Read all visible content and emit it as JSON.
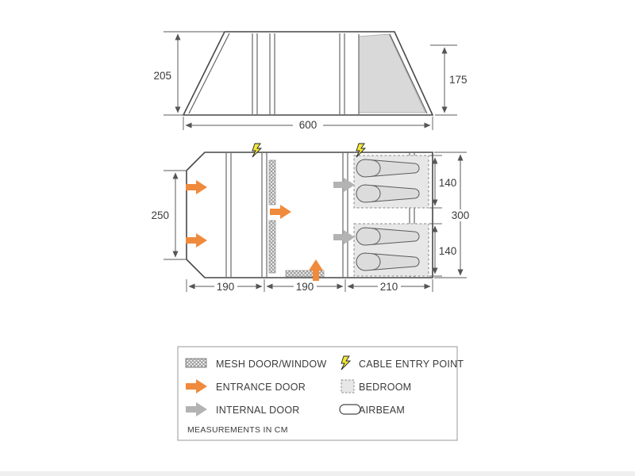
{
  "side_view": {
    "height_left": "205",
    "height_right": "175",
    "length": "600"
  },
  "floor_plan": {
    "depth_left": "250",
    "depth_right": "300",
    "bedroom_upper_width": "140",
    "bedroom_lower_width": "140",
    "section_front": "190",
    "section_middle": "190",
    "section_bedroom": "210"
  },
  "legend": {
    "items": [
      {
        "icon": "mesh-icon",
        "label": "MESH DOOR/WINDOW"
      },
      {
        "icon": "cable-entry-icon",
        "label": "CABLE ENTRY POINT"
      },
      {
        "icon": "entrance-arrow-icon",
        "label": "ENTRANCE DOOR"
      },
      {
        "icon": "bedroom-icon",
        "label": "BEDROOM"
      },
      {
        "icon": "internal-arrow-icon",
        "label": "INTERNAL DOOR"
      },
      {
        "icon": "airbeam-icon",
        "label": "AIRBEAM"
      }
    ],
    "note": "MEASUREMENTS IN CM"
  },
  "colors": {
    "entrance_arrow": "#f08a3c",
    "internal_arrow": "#b3b3b3",
    "cable_bolt": "#f2e83a",
    "bedroom_fill": "#e7e7e7",
    "shade_fill": "#d9d9d9",
    "line": "#555555"
  }
}
